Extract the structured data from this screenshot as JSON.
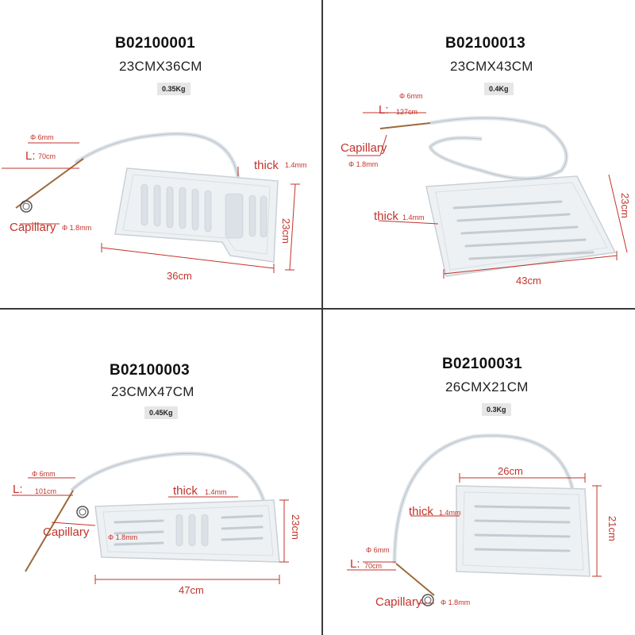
{
  "panels": [
    {
      "code": "B02100001",
      "size": "23CMX36CM",
      "weight": "0.35Kg",
      "labels": {
        "diameter": "Φ 6mm",
        "length_prefix": "L:",
        "length_value": "70cm",
        "capillary": "Capillary",
        "capillary_dia": "Φ 1.8mm",
        "thick_word": "thick",
        "thick_value": "1.4mm",
        "width_dim": "36cm",
        "height_dim": "23cm"
      }
    },
    {
      "code": "B02100013",
      "size": "23CMX43CM",
      "weight": "0.4Kg",
      "labels": {
        "diameter": "Φ 6mm",
        "length_prefix": "L:",
        "length_value": "127cm",
        "capillary": "Capillary",
        "capillary_dia": "Φ 1.8mm",
        "thick_word": "thick",
        "thick_value": "1.4mm",
        "width_dim": "43cm",
        "height_dim": "23cm"
      }
    },
    {
      "code": "B02100003",
      "size": "23CMX47CM",
      "weight": "0.45Kg",
      "labels": {
        "diameter": "Φ 6mm",
        "length_prefix": "L:",
        "length_value": "101cm",
        "capillary": "Capillary",
        "capillary_dia": "Φ 1.8mm",
        "thick_word": "thick",
        "thick_value": "1.4mm",
        "width_dim": "47cm",
        "height_dim": "23cm"
      }
    },
    {
      "code": "B02100031",
      "size": "26CMX21CM",
      "weight": "0.3Kg",
      "labels": {
        "diameter": "Φ 6mm",
        "length_prefix": "L:",
        "length_value": "70cm",
        "capillary": "Capillary",
        "capillary_dia": "Φ 1.8mm",
        "thick_word": "thick",
        "thick_value": "1.4mm",
        "width_dim": "26cm",
        "height_dim": "21cm"
      }
    }
  ],
  "colors": {
    "annotation": "#c2332b",
    "plate": "#eef1f3",
    "divider": "#3a3a3a"
  }
}
